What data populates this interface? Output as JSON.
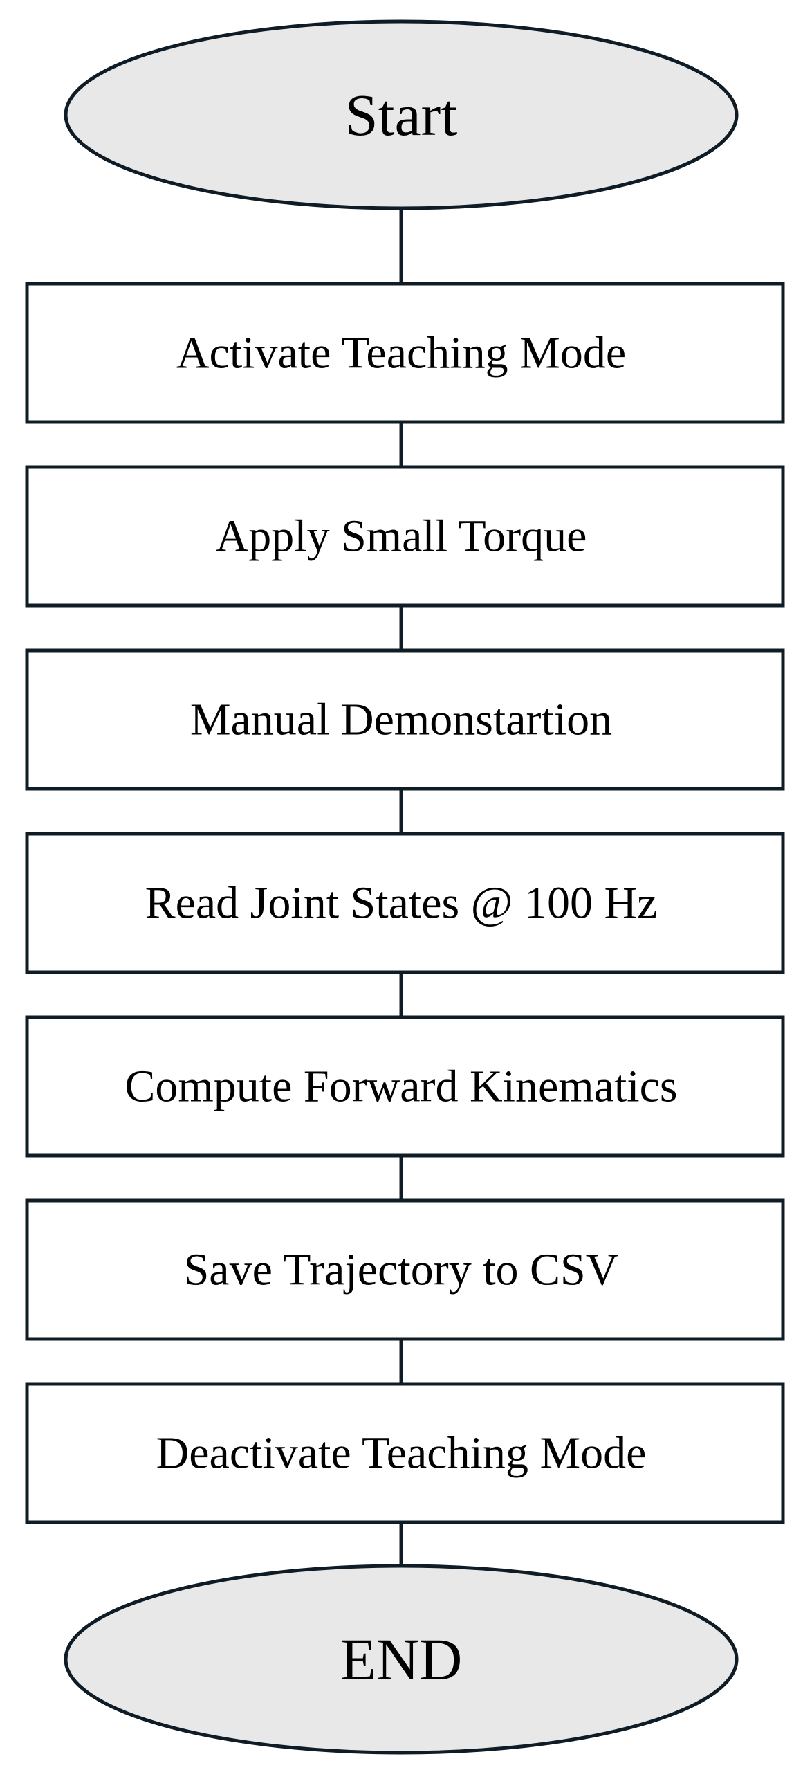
{
  "start": {
    "label": "Start"
  },
  "steps": [
    {
      "label": "Activate Teaching Mode"
    },
    {
      "label": "Apply Small Torque"
    },
    {
      "label": "Manual Demonstartion"
    },
    {
      "label": "Read Joint States @ 100 Hz"
    },
    {
      "label": "Compute Forward Kinematics"
    },
    {
      "label": "Save Trajectory to CSV"
    },
    {
      "label": "Deactivate Teaching Mode"
    }
  ],
  "end": {
    "label": "END"
  },
  "colors": {
    "terminal_fill": "#e8e8e8",
    "box_fill": "#ffffff",
    "stroke": "#0f1c26",
    "text": "#000000"
  }
}
